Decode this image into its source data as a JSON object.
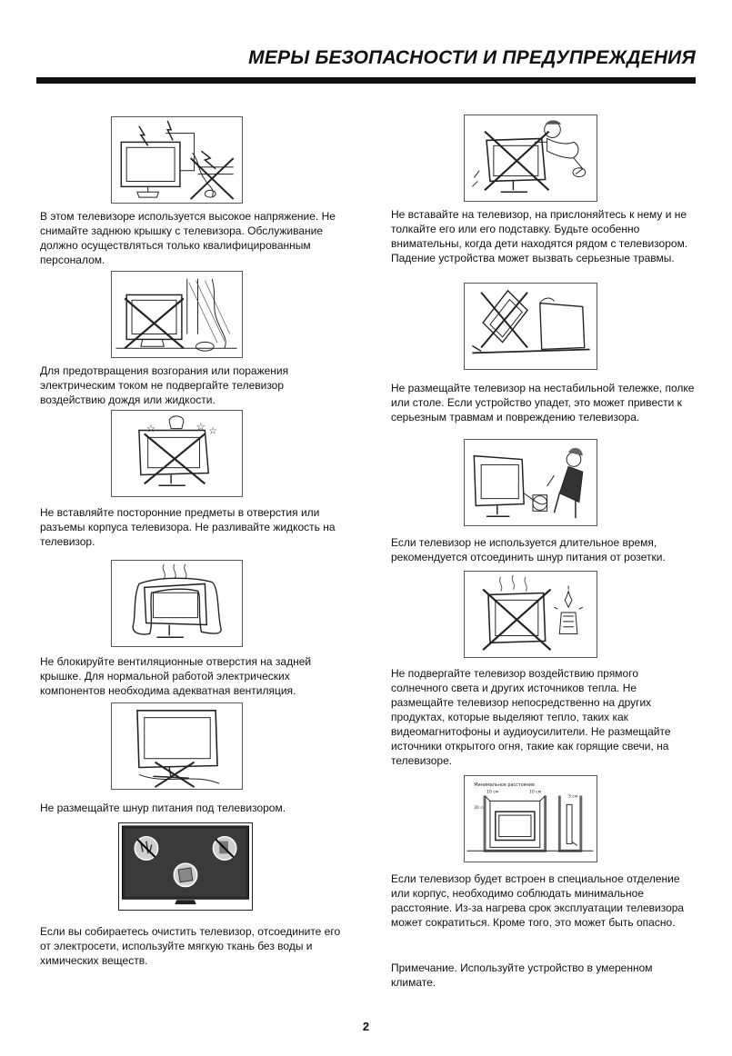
{
  "header": {
    "title": "МЕРЫ БЕЗОПАСНОСТИ И ПРЕДУПРЕЖДЕНИЯ"
  },
  "left": [
    "В этом телевизоре используется высокое напряжение. Не снимайте заднюю крышку с телевизора. Обслуживание должно осуществляться только квалифицированным персоналом.",
    "Для предотвращения возгорания или поражения электрическим током не подвергайте телевизор воздействию дождя или жидкости.",
    "Не вставляйте посторонние предметы в отверстия или разъемы корпуса телевизора. Не разливайте жидкость на телевизор.",
    "Не блокируйте вентиляционные отверстия на задней крышке. Для нормальной работой электрических компонентов необходима адекватная вентиляция.",
    "Не размещайте шнур питания под телевизором.",
    "Если вы собираетесь очистить телевизор, отсоедините его от электросети, используйте мягкую ткань без воды и химических веществ."
  ],
  "right": [
    "Не вставайте на телевизор, на прислоняйтесь к нему и не толкайте его или его подставку. Будьте особенно внимательны, когда дети находятся рядом с телевизором. Падение устройства может вызвать серьезные травмы.",
    "Не размещайте телевизор на нестабильной тележке, полке или столе. Если устройство упадет, это может привести к серьезным травмам и повреждению телевизора.",
    "Если телевизор не используется длительное время, рекомендуется отсоединить шнур питания от розетки.",
    "Не подвергайте телевизор воздействию прямого солнечного света и других источников тепла. Не размещайте телевизор непосредственно на других продуктах, которые выделяют тепло, таких как видеомагнитофоны и аудиоусилители. Не размещайте источники открытого огня, такие как горящие свечи, на телевизоре.",
    "Если телевизор будет встроен в специальное отделение или корпус, необходимо соблюдать минимальное расстояние. Из-за нагрева срок эксплуатации телевизора может сократиться. Кроме того, это может быть опасно.",
    "Примечание. Используйте устройство в умеренном климате."
  ],
  "clearance_diagram": {
    "title": "Минимальное расстояние",
    "top_left": "10 см",
    "top_right": "10 см",
    "side_right": "5 см",
    "side_left": "20 см"
  },
  "page_number": "2"
}
